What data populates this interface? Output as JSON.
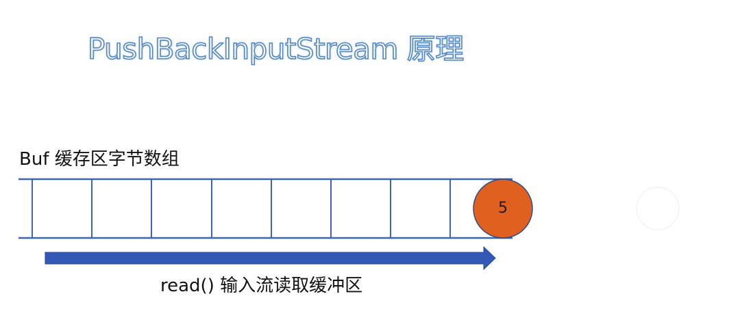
{
  "title": "PushBackInputStream 原理",
  "buffer": {
    "label": "Buf 缓存区字节数组",
    "cell_count": 8,
    "line_color": "#3a64c0"
  },
  "ball": {
    "value": "5",
    "fill_color": "#e06020",
    "stroke_color": "#2c4a8c"
  },
  "arrow": {
    "label": "read() 输入流读取缓冲区",
    "color": "#3358b5"
  }
}
